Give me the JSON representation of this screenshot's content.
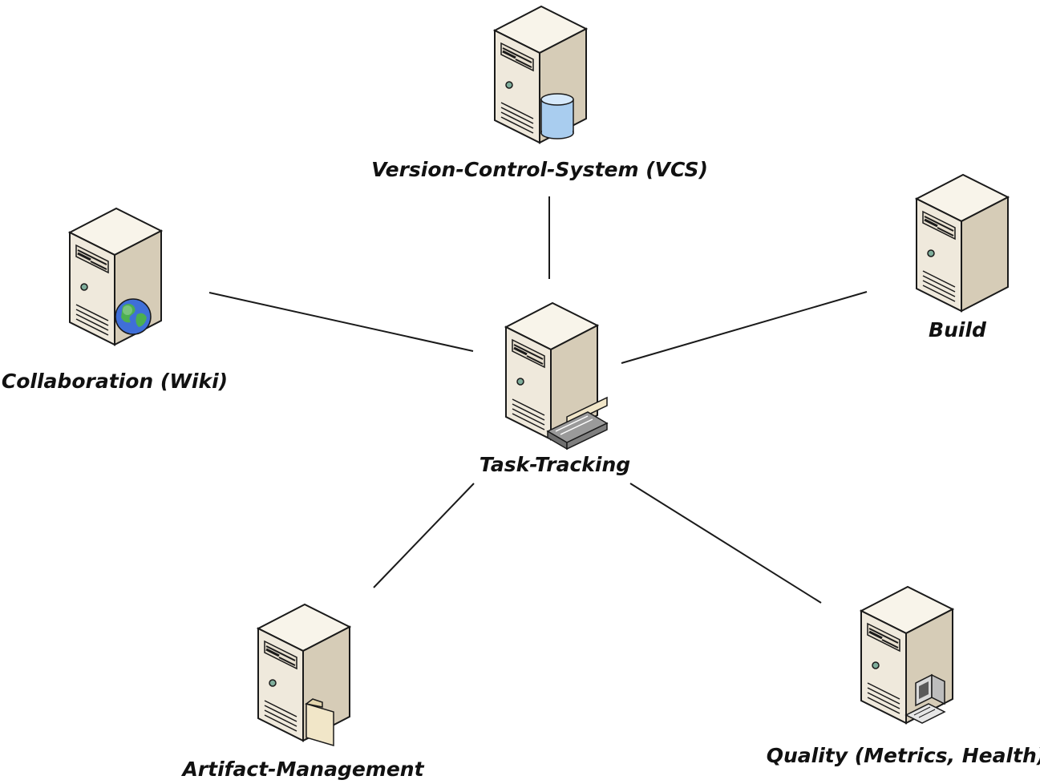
{
  "diagram": {
    "nodes": [
      {
        "id": "vcs",
        "label": "Version-Control-System (VCS)",
        "icon": "server-database-icon"
      },
      {
        "id": "wiki",
        "label": "Collaboration (Wiki)",
        "icon": "server-globe-icon"
      },
      {
        "id": "build",
        "label": "Build",
        "icon": "server-icon"
      },
      {
        "id": "task",
        "label": "Task-Tracking",
        "icon": "server-scanner-icon"
      },
      {
        "id": "artifact",
        "label": "Artifact-Management",
        "icon": "server-folder-icon"
      },
      {
        "id": "quality",
        "label": "Quality (Metrics, Health)",
        "icon": "server-computer-icon"
      }
    ],
    "edges": [
      {
        "from": "task",
        "to": "vcs"
      },
      {
        "from": "task",
        "to": "wiki"
      },
      {
        "from": "task",
        "to": "build"
      },
      {
        "from": "task",
        "to": "artifact"
      },
      {
        "from": "task",
        "to": "quality"
      }
    ],
    "colors": {
      "server_front": "#efe9dc",
      "server_side": "#d6ccb7",
      "server_top": "#f8f4ea",
      "outline": "#1a1a1a",
      "connector": "#1a1a1a",
      "globe_sea": "#3f6fd8",
      "globe_land": "#4caf50",
      "database": "#a9cdef",
      "folder": "#f1e6c8"
    }
  }
}
